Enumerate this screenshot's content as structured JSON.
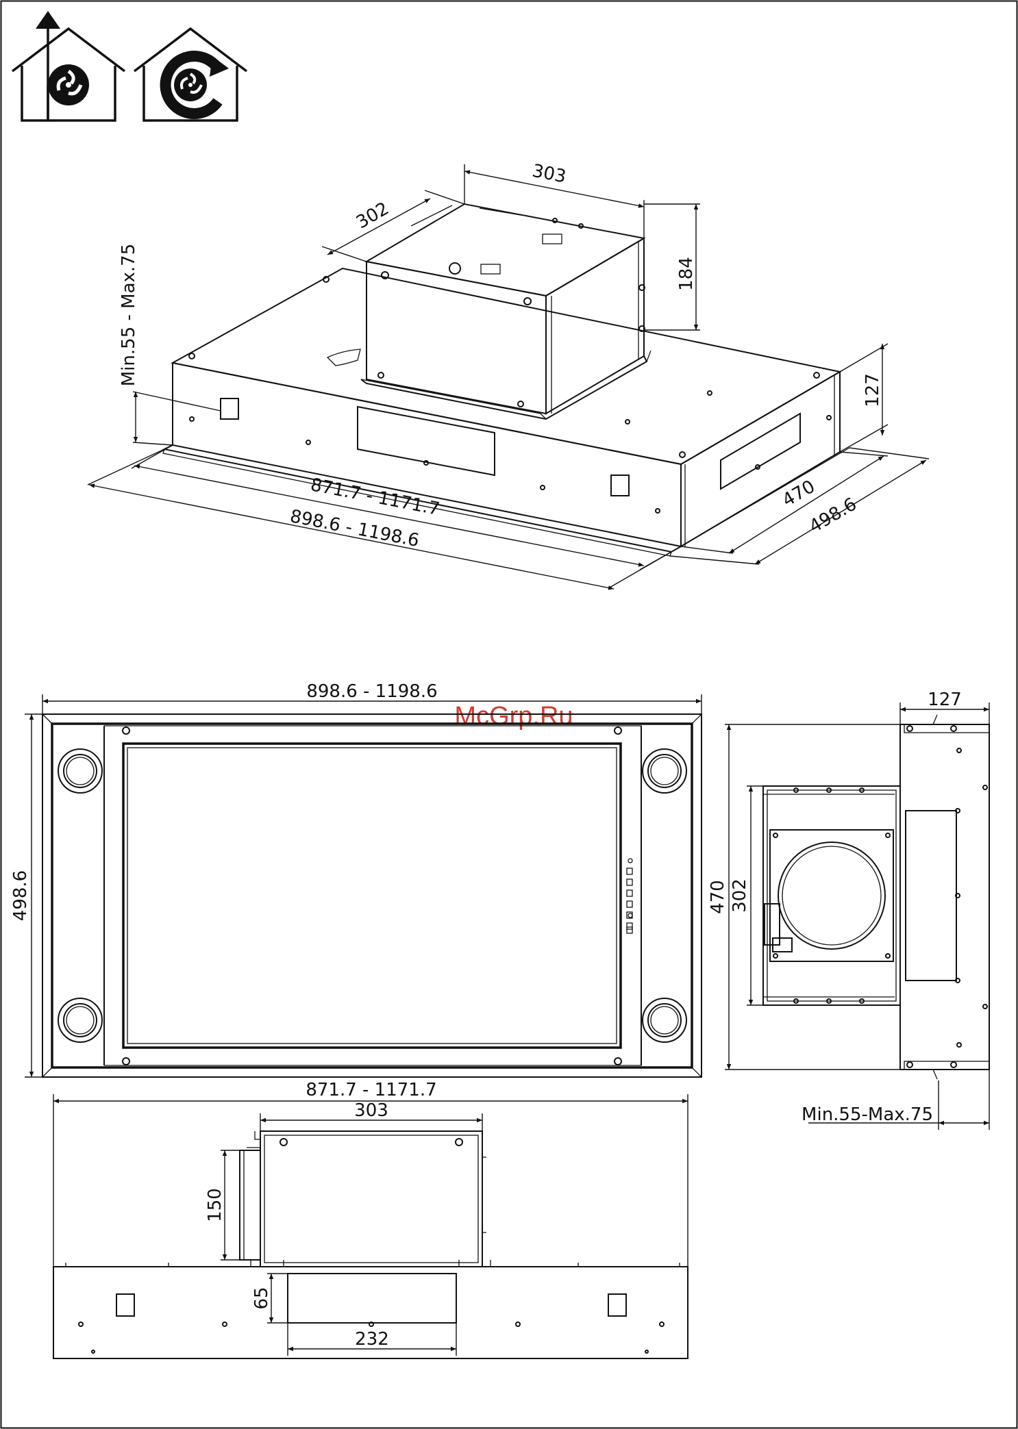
{
  "watermark": "McGrp.Ru",
  "icons": [
    "ducted-extraction-icon",
    "recirculation-icon"
  ],
  "iso_view": {
    "cabinet_width_303": "303",
    "cabinet_depth_302": "302",
    "cabinet_height_184": "184",
    "body_height_127": "127",
    "insertion_range": "Min.55  -  Max.75",
    "inner_width_range": "871.7  -  1171.7",
    "outer_width_range": "898.6  -  1198.6",
    "inner_depth_470": "470",
    "outer_depth_498": "498.6"
  },
  "top_view": {
    "width_range": "898.6  -  1198.6",
    "depth": "498.6"
  },
  "side_view": {
    "height": "127",
    "depth_470": "470",
    "depth_302": "302",
    "insertion_range": "Min.55-Max.75"
  },
  "front_view": {
    "width_range": "871.7  -  1171.7",
    "cabinet_width": "303",
    "outlet_height": "150",
    "window_height": "65",
    "window_width": "232"
  }
}
